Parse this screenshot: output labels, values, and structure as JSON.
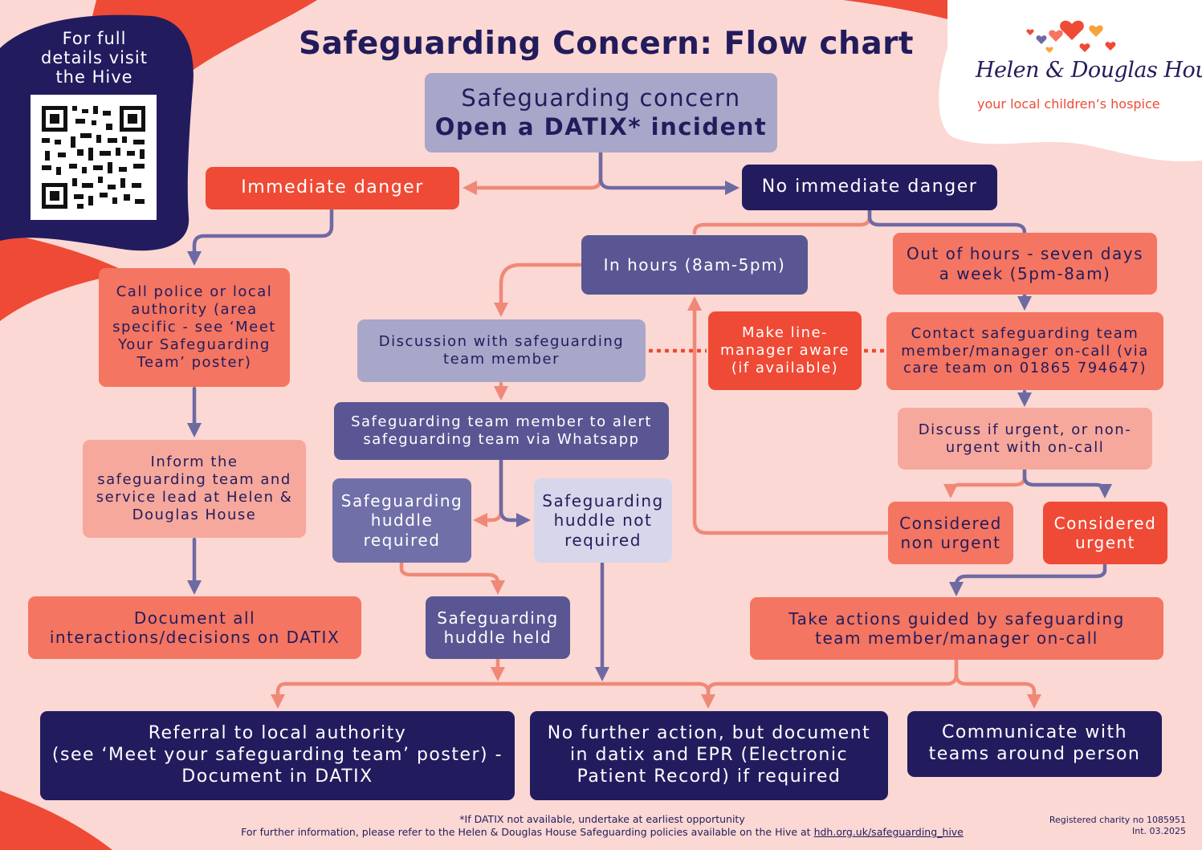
{
  "title": "Safeguarding Concern: Flow chart",
  "hive": {
    "line1": "For full",
    "line2": "details visit",
    "line3": "the Hive"
  },
  "logo": {
    "name": "Helen & Douglas House",
    "tagline": "your local children’s hospice"
  },
  "colors": {
    "navy": "#221c5f",
    "red": "#ef4a35",
    "coral": "#f47561",
    "background": "#fbd8d3",
    "arrow_pink": "#f08878",
    "arrow_purple": "#6d6aa3"
  },
  "nodes": {
    "start": {
      "line1": "Safeguarding concern",
      "line2": "Open a DATIX* incident"
    },
    "immediate": "Immediate danger",
    "no_immediate": "No immediate danger",
    "call_police": [
      "Call police or local",
      "authority (area",
      "specific - see ‘Meet",
      "Your Safeguarding",
      "Team’ poster)"
    ],
    "inform": [
      "Inform the",
      "safeguarding team and",
      "service lead at Helen &",
      "Douglas House"
    ],
    "document": [
      "Document all",
      "interactions/decisions on DATIX"
    ],
    "in_hours": "In hours (8am-5pm)",
    "out_hours": [
      "Out of hours - seven days",
      "a week (5pm-8am)"
    ],
    "discussion": [
      "Discussion with safeguarding",
      "team member"
    ],
    "line_manager": [
      "Make line-",
      "manager aware",
      "(if available)"
    ],
    "contact": [
      "Contact safeguarding team",
      "member/manager on-call (via",
      "care team on 01865 794647)"
    ],
    "alert": [
      "Safeguarding team member to alert",
      "safeguarding team via Whatsapp"
    ],
    "urgent_q": [
      "Discuss if urgent, or non-",
      "urgent with on-call"
    ],
    "huddle_req": [
      "Safeguarding",
      "huddle",
      "required"
    ],
    "huddle_not": [
      "Safeguarding",
      "huddle not",
      "required"
    ],
    "non_urgent": [
      "Considered",
      "non urgent"
    ],
    "urgent": [
      "Considered",
      "urgent"
    ],
    "huddle_held": [
      "Safeguarding",
      "huddle held"
    ],
    "take_actions": [
      "Take actions guided by safeguarding",
      "team member/manager on-call"
    ],
    "referral": [
      "Referral to local authority",
      "(see ‘Meet your safeguarding team’ poster) -",
      "Document in DATIX"
    ],
    "no_further": [
      "No further action, but document",
      "in datix and EPR (Electronic",
      "Patient Record) if required"
    ],
    "communicate": [
      "Communicate with",
      "teams around person"
    ]
  },
  "footer": {
    "note": "*If DATIX not available, undertake at earliest opportunity",
    "info": "For further information, please refer to the Helen & Douglas House Safeguarding policies available on the Hive at",
    "link": "hdh.org.uk/safeguarding_hive",
    "charity": "Registered charity no 1085951",
    "version": "Int. 03.2025"
  }
}
